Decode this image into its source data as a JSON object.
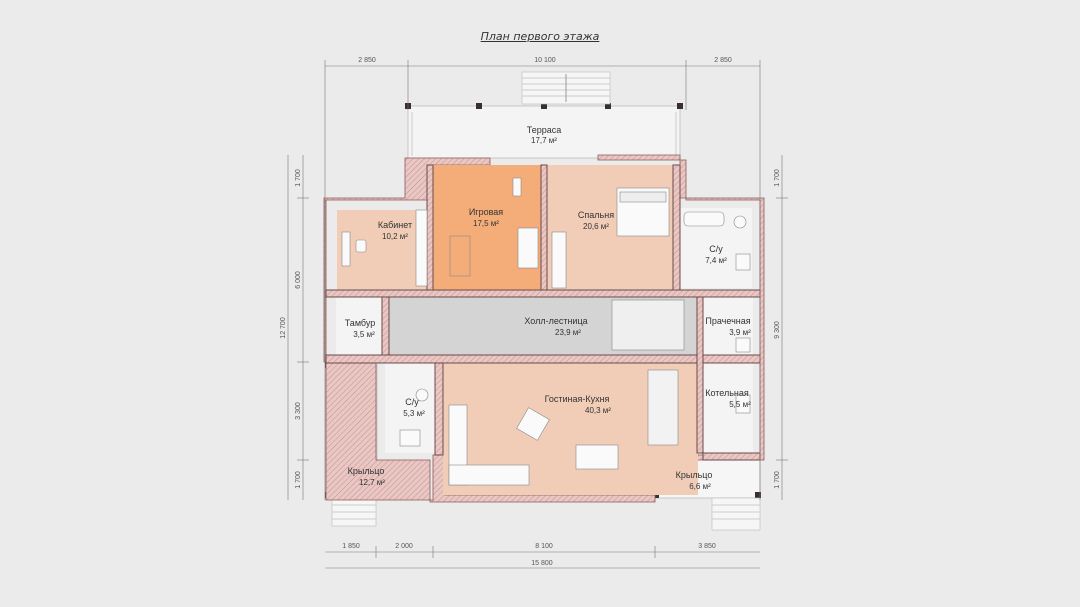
{
  "title": "План первого этажа",
  "rooms": {
    "terrace": {
      "name": "Терраса",
      "area": "17,7 м²"
    },
    "office": {
      "name": "Кабинет",
      "area": "10,2 м²"
    },
    "playroom": {
      "name": "Игровая",
      "area": "17,5 м²"
    },
    "bedroom": {
      "name": "Спальня",
      "area": "20,6 м²"
    },
    "bathroom1": {
      "name": "С/у",
      "area": "7,4 м²"
    },
    "hall": {
      "name": "Холл-лестница",
      "area": "23,9 м²"
    },
    "vestibule": {
      "name": "Тамбур",
      "area": "3,5 м²"
    },
    "laundry": {
      "name": "Прачечная",
      "area": "3,9 м²"
    },
    "bathroom2": {
      "name": "С/у",
      "area": "5,3 м²"
    },
    "living": {
      "name": "Гостиная-Кухня",
      "area": "40,3 м²"
    },
    "boiler": {
      "name": "Котельная",
      "area": "5,5 м²"
    },
    "porch1": {
      "name": "Крыльцо",
      "area": "12,7 м²"
    },
    "porch2": {
      "name": "Крыльцо",
      "area": "6,6 м²"
    }
  },
  "dimensions": {
    "top": [
      "2 850",
      "10 100",
      "2 850"
    ],
    "bottom": [
      "1 850",
      "2 000",
      "8 100",
      "3 850"
    ],
    "bottom_total": "15 800",
    "left": [
      "1 700",
      "6 000",
      "3 300",
      "1 700"
    ],
    "left_total": "12 700",
    "right": [
      "1 700",
      "9 300",
      "1 700"
    ]
  },
  "colors": {
    "background": "#ebebeb",
    "wall": "#d9a6a2",
    "room_light": "#f1cdb8",
    "room_orange": "#f4ad79",
    "hall": "#d4d4d4"
  }
}
